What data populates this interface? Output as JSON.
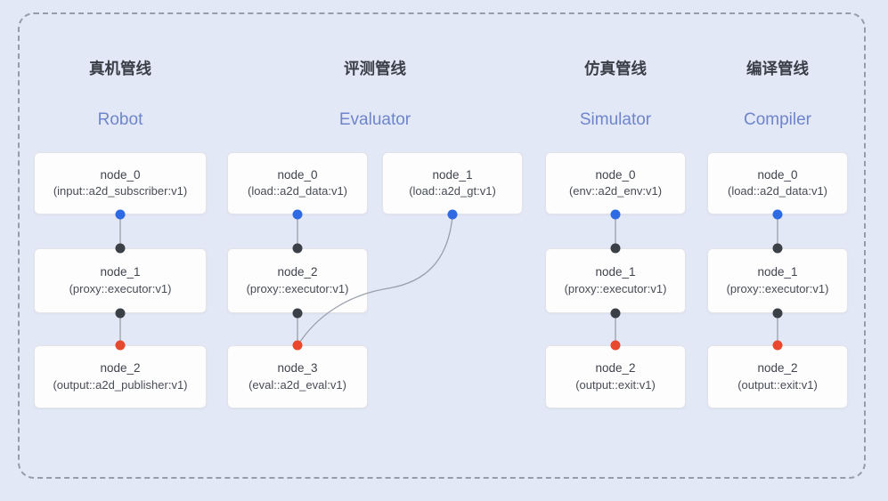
{
  "colors": {
    "background": "#e3e8f6",
    "card_bg": "#fdfdfe",
    "card_border": "#e2e3e8",
    "dashed_border": "#969ca8",
    "heading_text": "#3a3e47",
    "pipeline_en_text": "#6e85cc",
    "node_text": "#3f434b",
    "connector": "#99a0aa",
    "dot_blue": "#2e6ae4",
    "dot_black": "#3b3f46",
    "dot_red": "#e8482e"
  },
  "pipelines": [
    {
      "title_cn": "真机管线",
      "title_en": "Robot",
      "nodes": [
        {
          "name": "node_0",
          "spec": "(input::a2d_subscriber:v1)"
        },
        {
          "name": "node_1",
          "spec": "(proxy::executor:v1)"
        },
        {
          "name": "node_2",
          "spec": "(output::a2d_publisher:v1)"
        }
      ]
    },
    {
      "title_cn": "评测管线",
      "title_en": "Evaluator",
      "nodes": [
        {
          "name": "node_0",
          "spec": "(load::a2d_data:v1)"
        },
        {
          "name": "node_1",
          "spec": "(load::a2d_gt:v1)"
        },
        {
          "name": "node_2",
          "spec": "(proxy::executor:v1)"
        },
        {
          "name": "node_3",
          "spec": "(eval::a2d_eval:v1)"
        }
      ]
    },
    {
      "title_cn": "仿真管线",
      "title_en": "Simulator",
      "nodes": [
        {
          "name": "node_0",
          "spec": "(env::a2d_env:v1)"
        },
        {
          "name": "node_1",
          "spec": "(proxy::executor:v1)"
        },
        {
          "name": "node_2",
          "spec": "(output::exit:v1)"
        }
      ]
    },
    {
      "title_cn": "编译管线",
      "title_en": "Compiler",
      "nodes": [
        {
          "name": "node_0",
          "spec": "(load::a2d_data:v1)"
        },
        {
          "name": "node_1",
          "spec": "(proxy::executor:v1)"
        },
        {
          "name": "node_2",
          "spec": "(output::exit:v1)"
        }
      ]
    }
  ]
}
